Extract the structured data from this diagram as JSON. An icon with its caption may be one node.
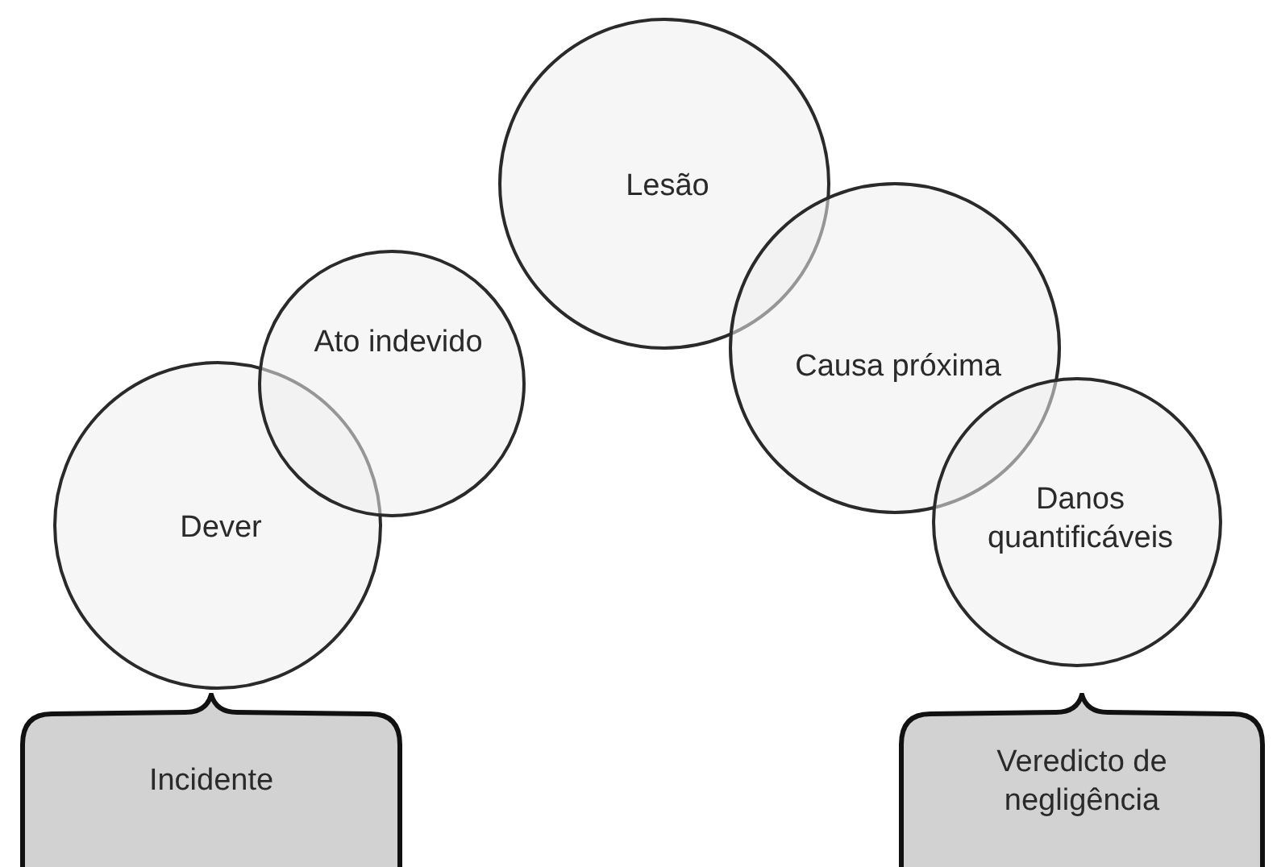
{
  "diagram": {
    "nodes": [
      {
        "text": [
          "Dever"
        ]
      },
      {
        "text": [
          "Ato indevido"
        ]
      },
      {
        "text": [
          "Lesão"
        ]
      },
      {
        "text": [
          "Causa próxima"
        ]
      },
      {
        "text": [
          "Danos quantificáveis"
        ]
      },
      {
        "text": [
          "Incidente"
        ]
      },
      {
        "text": [
          "Veredicto de negligência"
        ]
      }
    ]
  }
}
